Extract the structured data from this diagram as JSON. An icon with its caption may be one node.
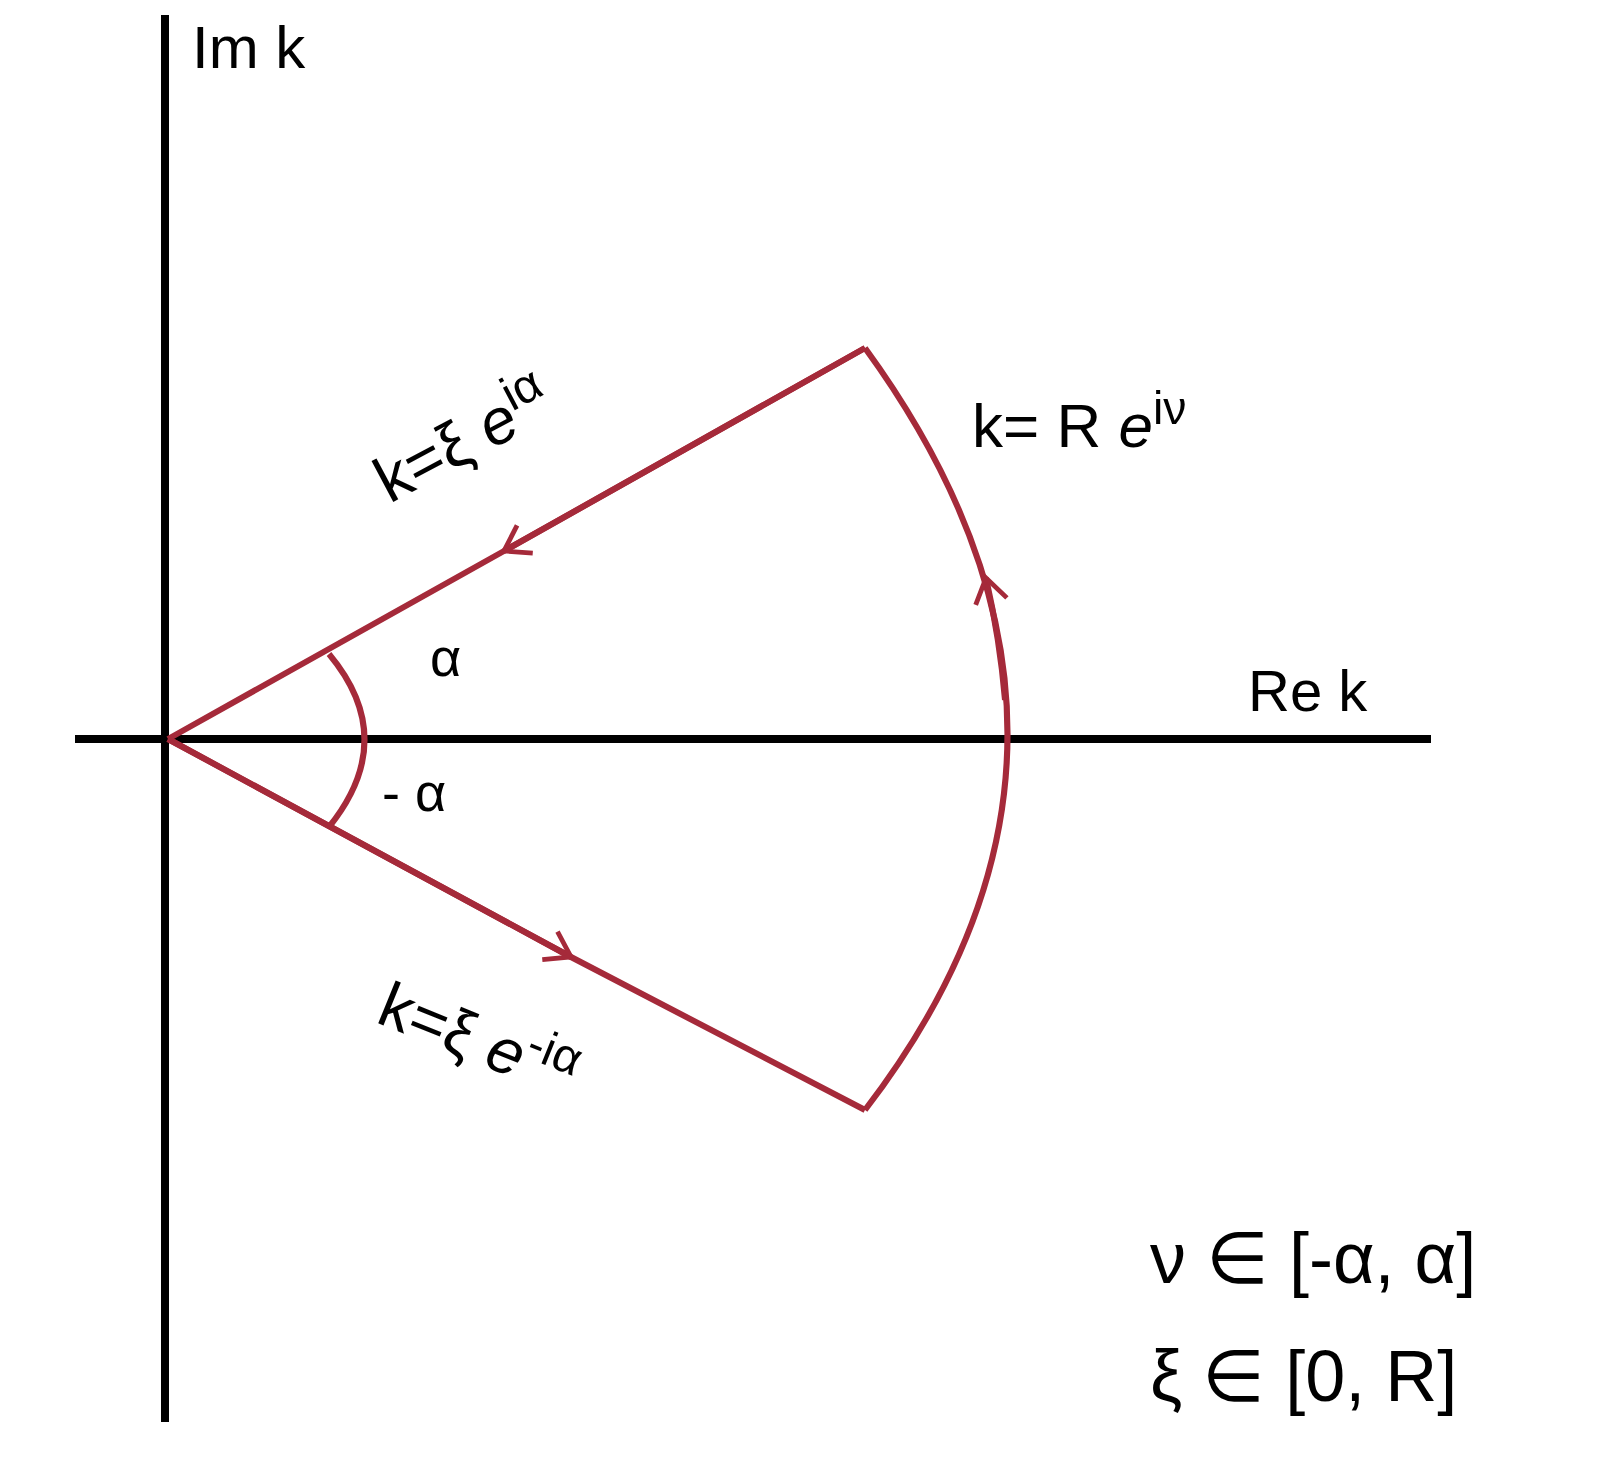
{
  "diagram": {
    "labels": [
      "Im k",
      "k=ξ *e*$^{iα}$",
      "k= R *e*$^{iν}$",
      "α",
      "Re k",
      "- α",
      "k=ξ *e*$^{-iα}$",
      "ν ∈ [-α, α]",
      "ξ ∈ [0, R]"
    ]
  }
}
